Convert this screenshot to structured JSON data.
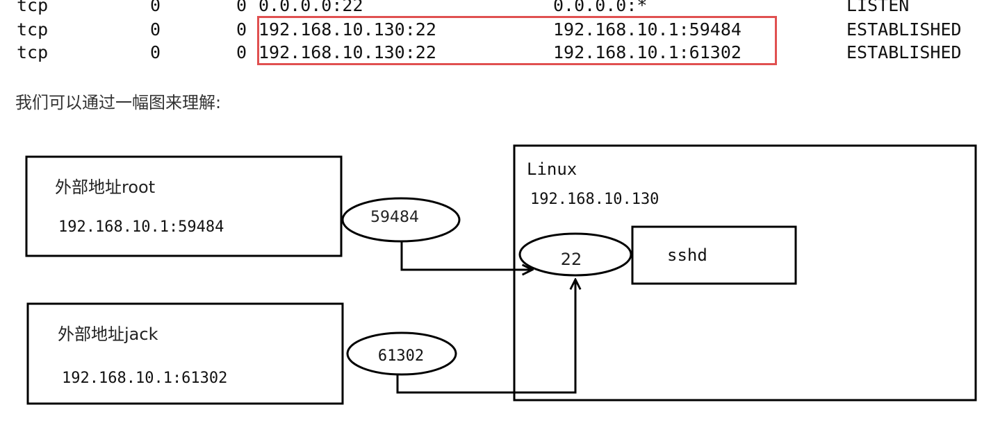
{
  "terminal": {
    "rows": [
      {
        "proto": "tcp",
        "recv_q": "0",
        "send_q": "0",
        "local": "0.0.0.0:22",
        "foreign": "0.0.0.0:*",
        "state": "LISTEN"
      },
      {
        "proto": "tcp",
        "recv_q": "0",
        "send_q": "0",
        "local": "192.168.10.130:22",
        "foreign": "192.168.10.1:59484",
        "state": "ESTABLISHED"
      },
      {
        "proto": "tcp",
        "recv_q": "0",
        "send_q": "0",
        "local": "192.168.10.130:22",
        "foreign": "192.168.10.1:61302",
        "state": "ESTABLISHED"
      }
    ],
    "highlight_color": "#e05050"
  },
  "caption": "我们可以通过一幅图来理解:",
  "diagram": {
    "client_root": {
      "title": "外部地址root",
      "address": "192.168.10.1:59484",
      "port": "59484"
    },
    "client_jack": {
      "title": "外部地址jack",
      "address": "192.168.10.1:61302",
      "port": "61302"
    },
    "server": {
      "os": "Linux",
      "ip": "192.168.10.130",
      "port": "22",
      "process": "sshd"
    }
  }
}
